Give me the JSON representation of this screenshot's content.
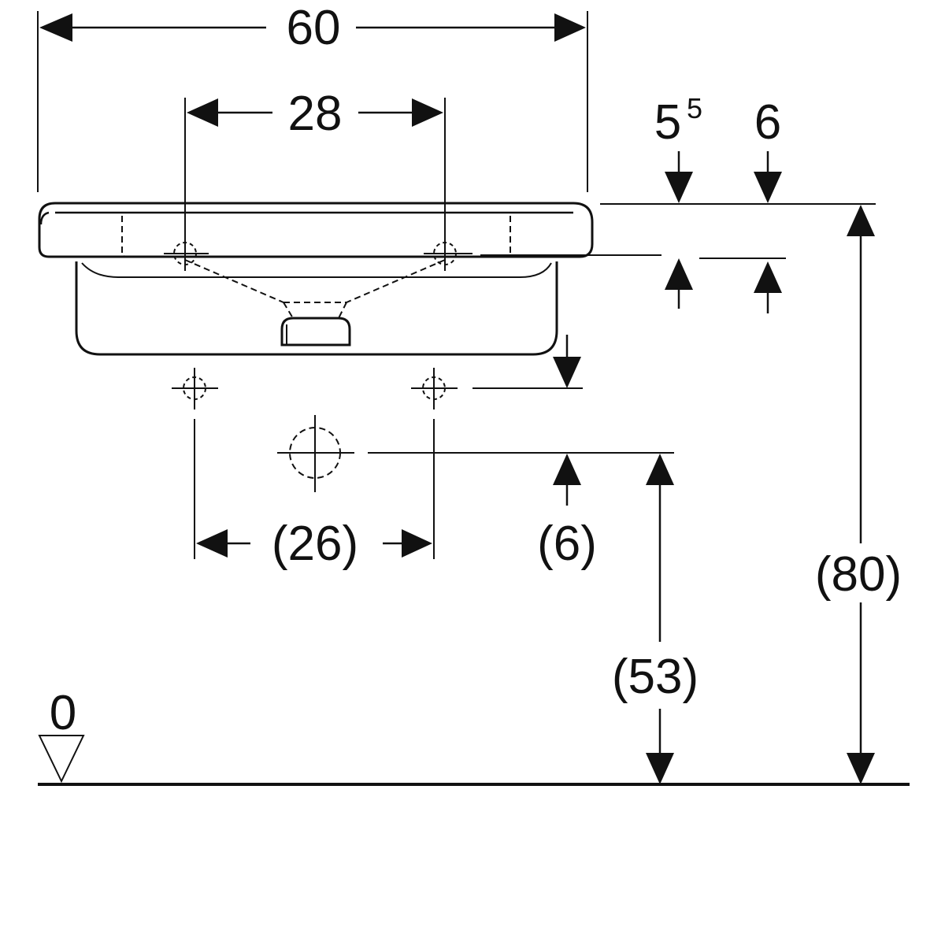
{
  "dimensions": {
    "overall_width": "60",
    "tap_hole_spacing": "28",
    "rim_thickness_base": "5",
    "rim_thickness_sup": "5",
    "rim_depth": "6",
    "supply_spacing": "(26)",
    "drain_offset": "(6)",
    "drain_height": "(53)",
    "rim_height": "(80)",
    "floor_level": "0"
  },
  "colors": {
    "line": "#111111",
    "background": "#ffffff"
  }
}
